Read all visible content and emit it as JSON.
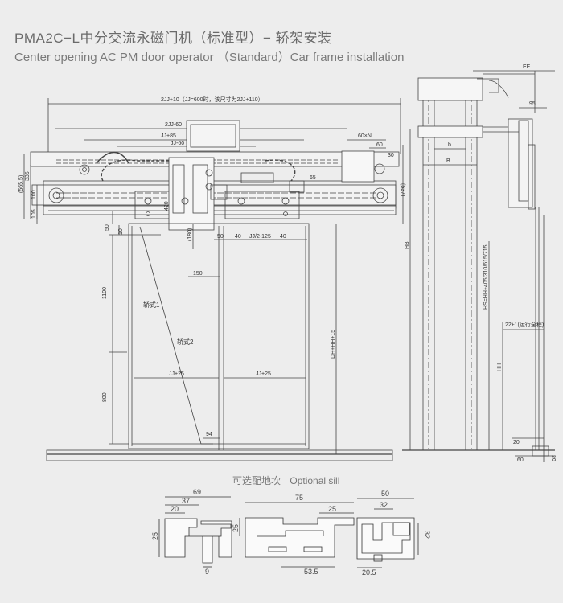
{
  "title": {
    "cn": "PMA2C−L中分交流永磁门机（标准型）− 轿架安装",
    "en": "Center opening AC PM door operator （Standard）Car frame installation"
  },
  "front_view": {
    "dims_top": {
      "overall": "2JJ+10（JJ=600时，该尺寸为2JJ+110）",
      "two_jj_60": "2JJ-60",
      "jj_85": "JJ+85",
      "jj_60": "JJ-60",
      "sixty_n": "60×N",
      "sixty": "60",
      "thirty": "30"
    },
    "dims_left": [
      "(565.5)",
      "335",
      "100",
      "105",
      "50",
      "10",
      "1100",
      "800"
    ],
    "dims_right": [
      "(537)",
      "DH+HH+15"
    ],
    "dims_inner": [
      "65",
      "(180)",
      "420",
      "150",
      "50",
      "40",
      "JJ/2-125",
      "40",
      "94"
    ],
    "door_labels": [
      "轿式1",
      "轿式2"
    ],
    "door_widths": [
      "JJ+25",
      "JJ+25"
    ]
  },
  "side_view": {
    "dims": [
      "EE",
      "95",
      "b",
      "B",
      "HB",
      "HS=HH+405/310/615/715",
      "22±1(运行全程)",
      "HH",
      "20",
      "60",
      "30"
    ]
  },
  "sill_section": {
    "caption_cn": "可选配地坎",
    "caption_en": "Optional sill",
    "profile1": [
      "69",
      "37",
      "20",
      "25",
      "9"
    ],
    "profile2": [
      "75",
      "25",
      "25",
      "53.5"
    ],
    "profile3": [
      "50",
      "32",
      "32",
      "20.5"
    ]
  }
}
